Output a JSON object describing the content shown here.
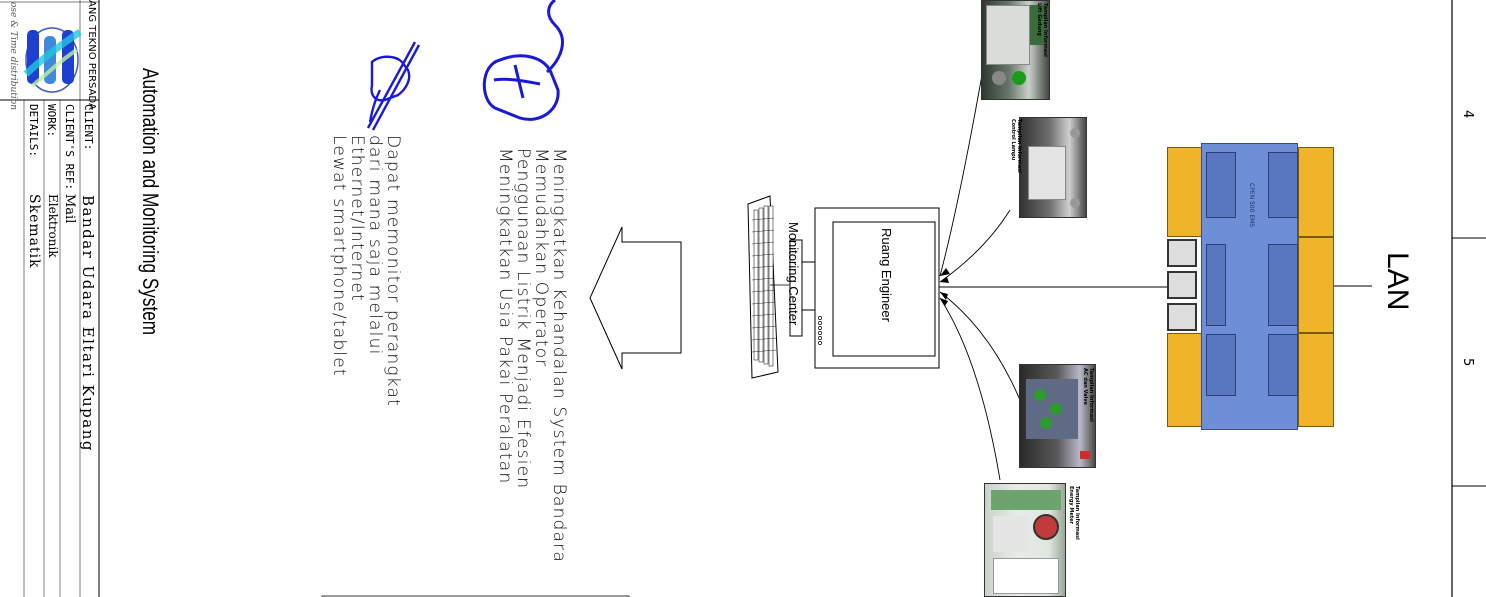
{
  "title_block": {
    "company": "ANG TEKNO PERSADA",
    "logo_tagline": "ose & Time distribution",
    "rows": [
      {
        "label": "CLIENT:",
        "value": "Bandar Udara Eltari Kupang"
      },
      {
        "label": "CLIENT'S REF:",
        "value": "Mail"
      },
      {
        "label": "WORK:",
        "value": "Elektronik"
      },
      {
        "label": "DETAILS:",
        "value": "Skematik"
      }
    ]
  },
  "system_title": "Automation and Monitoring System",
  "benefits": {
    "mouse_text": [
      "Meningkatkan Kehandalan System Bandara",
      "Memudahkan Operator",
      "Penggunaan Listrik Menjadi Efesien",
      "Meningkatkan Usia Pakai Peralatan"
    ],
    "hand_text": [
      "Dapat memonitor perangkat",
      "dari mana saja melalui",
      "Ethernet/Internet",
      "Lewat smartphone/tablet"
    ]
  },
  "monitoring": {
    "room_label": "Ruang Engineer",
    "center_label": "Monitoring Center"
  },
  "screens": [
    {
      "caption": [
        "Tampilan Informasi",
        "Lift Gedung"
      ]
    },
    {
      "caption": [
        "Tampilan Informasi",
        "Control Lampu"
      ]
    },
    {
      "caption": [
        "Tampilan Informasi",
        "AC dan Valve"
      ]
    },
    {
      "caption": [
        "Tampilan Informasi",
        "Energy Meter"
      ]
    }
  ],
  "controller": {
    "model": "CPEN 500 EMS"
  },
  "network_label": "LAN",
  "grid_numbers": [
    "4",
    "5"
  ],
  "colors": {
    "accent_blue": "#1a1ad6",
    "controller_body": "#6e8fd8",
    "terminal_yellow": "#f0b429"
  }
}
